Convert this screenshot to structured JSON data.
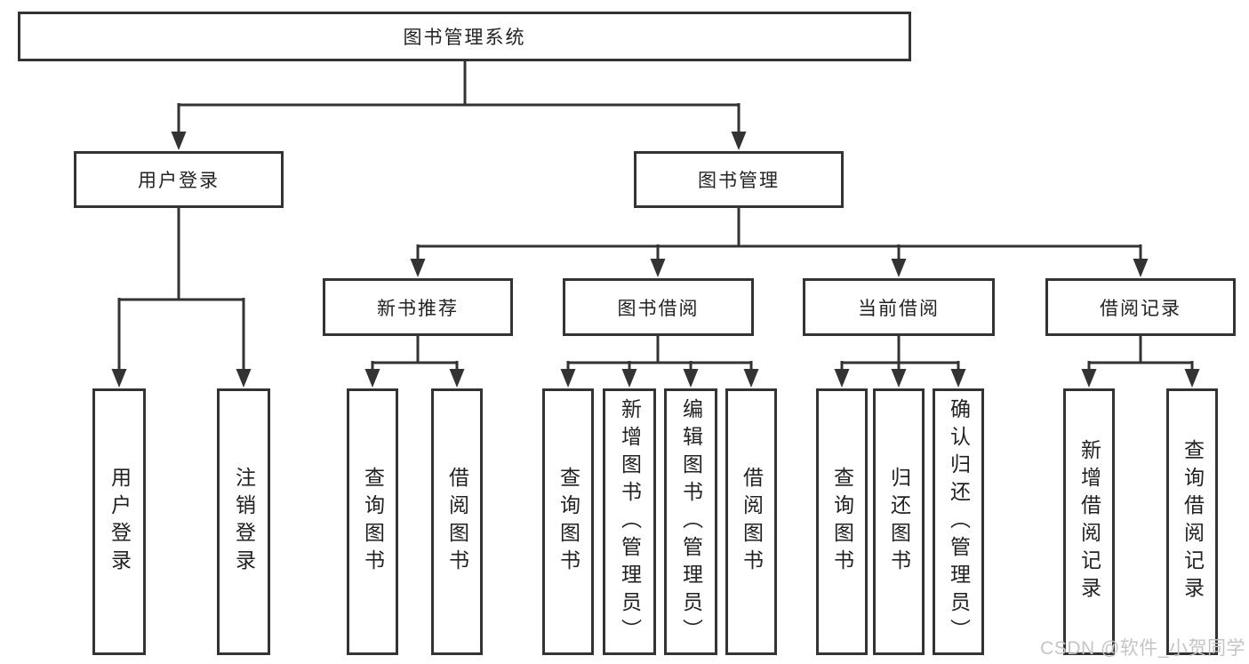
{
  "tree": {
    "root": {
      "label": "图书管理系统"
    },
    "branches": [
      {
        "label": "用户登录",
        "children": [
          {
            "label": "用户登录"
          },
          {
            "label": "注销登录"
          }
        ]
      },
      {
        "label": "图书管理",
        "children": [
          {
            "label": "新书推荐",
            "children": [
              {
                "label": "查询图书"
              },
              {
                "label": "借阅图书"
              }
            ]
          },
          {
            "label": "图书借阅",
            "children": [
              {
                "label": "查询图书"
              },
              {
                "label": "新增图书（管理员）"
              },
              {
                "label": "编辑图书（管理员）"
              },
              {
                "label": "借阅图书"
              }
            ]
          },
          {
            "label": "当前借阅",
            "children": [
              {
                "label": "查询图书"
              },
              {
                "label": "归还图书"
              },
              {
                "label": "确认归还（管理员）"
              }
            ]
          },
          {
            "label": "借阅记录",
            "children": [
              {
                "label": "新增借阅记录"
              },
              {
                "label": "查询借阅记录"
              }
            ]
          }
        ]
      }
    ]
  },
  "watermark": "CSDN @软件_小贺同学",
  "colors": {
    "line": "#333333",
    "text": "#222222",
    "box_background": "#ffffff",
    "watermark": "#c4c4c4",
    "background": "#ffffff"
  }
}
